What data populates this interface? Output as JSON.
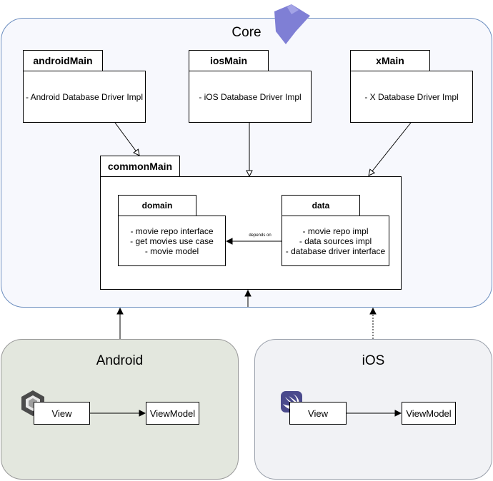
{
  "core": {
    "title": "Core",
    "packages": [
      {
        "name": "androidMain",
        "body": "- Android Database Driver Impl"
      },
      {
        "name": "iosMain",
        "body": "- iOS Database Driver Impl"
      },
      {
        "name": "xMain",
        "body": "- X Database Driver Impl"
      }
    ],
    "common": {
      "name": "commonMain",
      "domain": {
        "name": "domain",
        "lines": [
          "- movie repo interface",
          "- get movies use case",
          "- movie model"
        ]
      },
      "data": {
        "name": "data",
        "lines": [
          "- movie repo impl",
          "- data sources impl",
          "- database driver interface"
        ]
      },
      "edge_label": "depends on"
    }
  },
  "android": {
    "title": "Android",
    "view": "View",
    "viewmodel": "ViewModel",
    "logo_icon": "jetpack-compose-icon"
  },
  "ios": {
    "title": "iOS",
    "view": "View",
    "viewmodel": "ViewModel",
    "logo_icon": "swift-icon"
  },
  "colors": {
    "core_fill": "#f7f8fd",
    "core_border": "#6c8ebf",
    "android_fill": "#e3e7de",
    "android_border": "#999999",
    "ios_fill": "#f1f2f5",
    "ios_border": "#9aa0ab",
    "kotlin_logo": "#7f7fd5"
  }
}
